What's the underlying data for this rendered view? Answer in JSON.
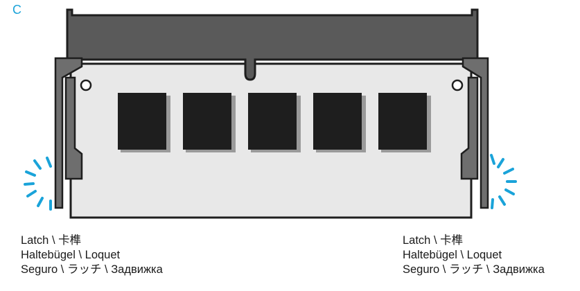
{
  "figure": {
    "step_label": "C",
    "accent_color": "#1aa3d9",
    "module_color": "#e8e8e8",
    "slot_color": "#5a5a5a",
    "chip_color": "#1e1e1e",
    "chip_count": 5,
    "icons": [
      "latch-release-left-icon",
      "latch-release-right-icon"
    ]
  },
  "captions": {
    "left": {
      "line1": "Latch \\ 卡榫",
      "line2": "Haltebügel \\ Loquet",
      "line3": "Seguro \\ ラッチ \\ Задвижка"
    },
    "right": {
      "line1": "Latch \\ 卡榫",
      "line2": "Haltebügel \\ Loquet",
      "line3": "Seguro \\ ラッチ \\ Задвижка"
    }
  }
}
